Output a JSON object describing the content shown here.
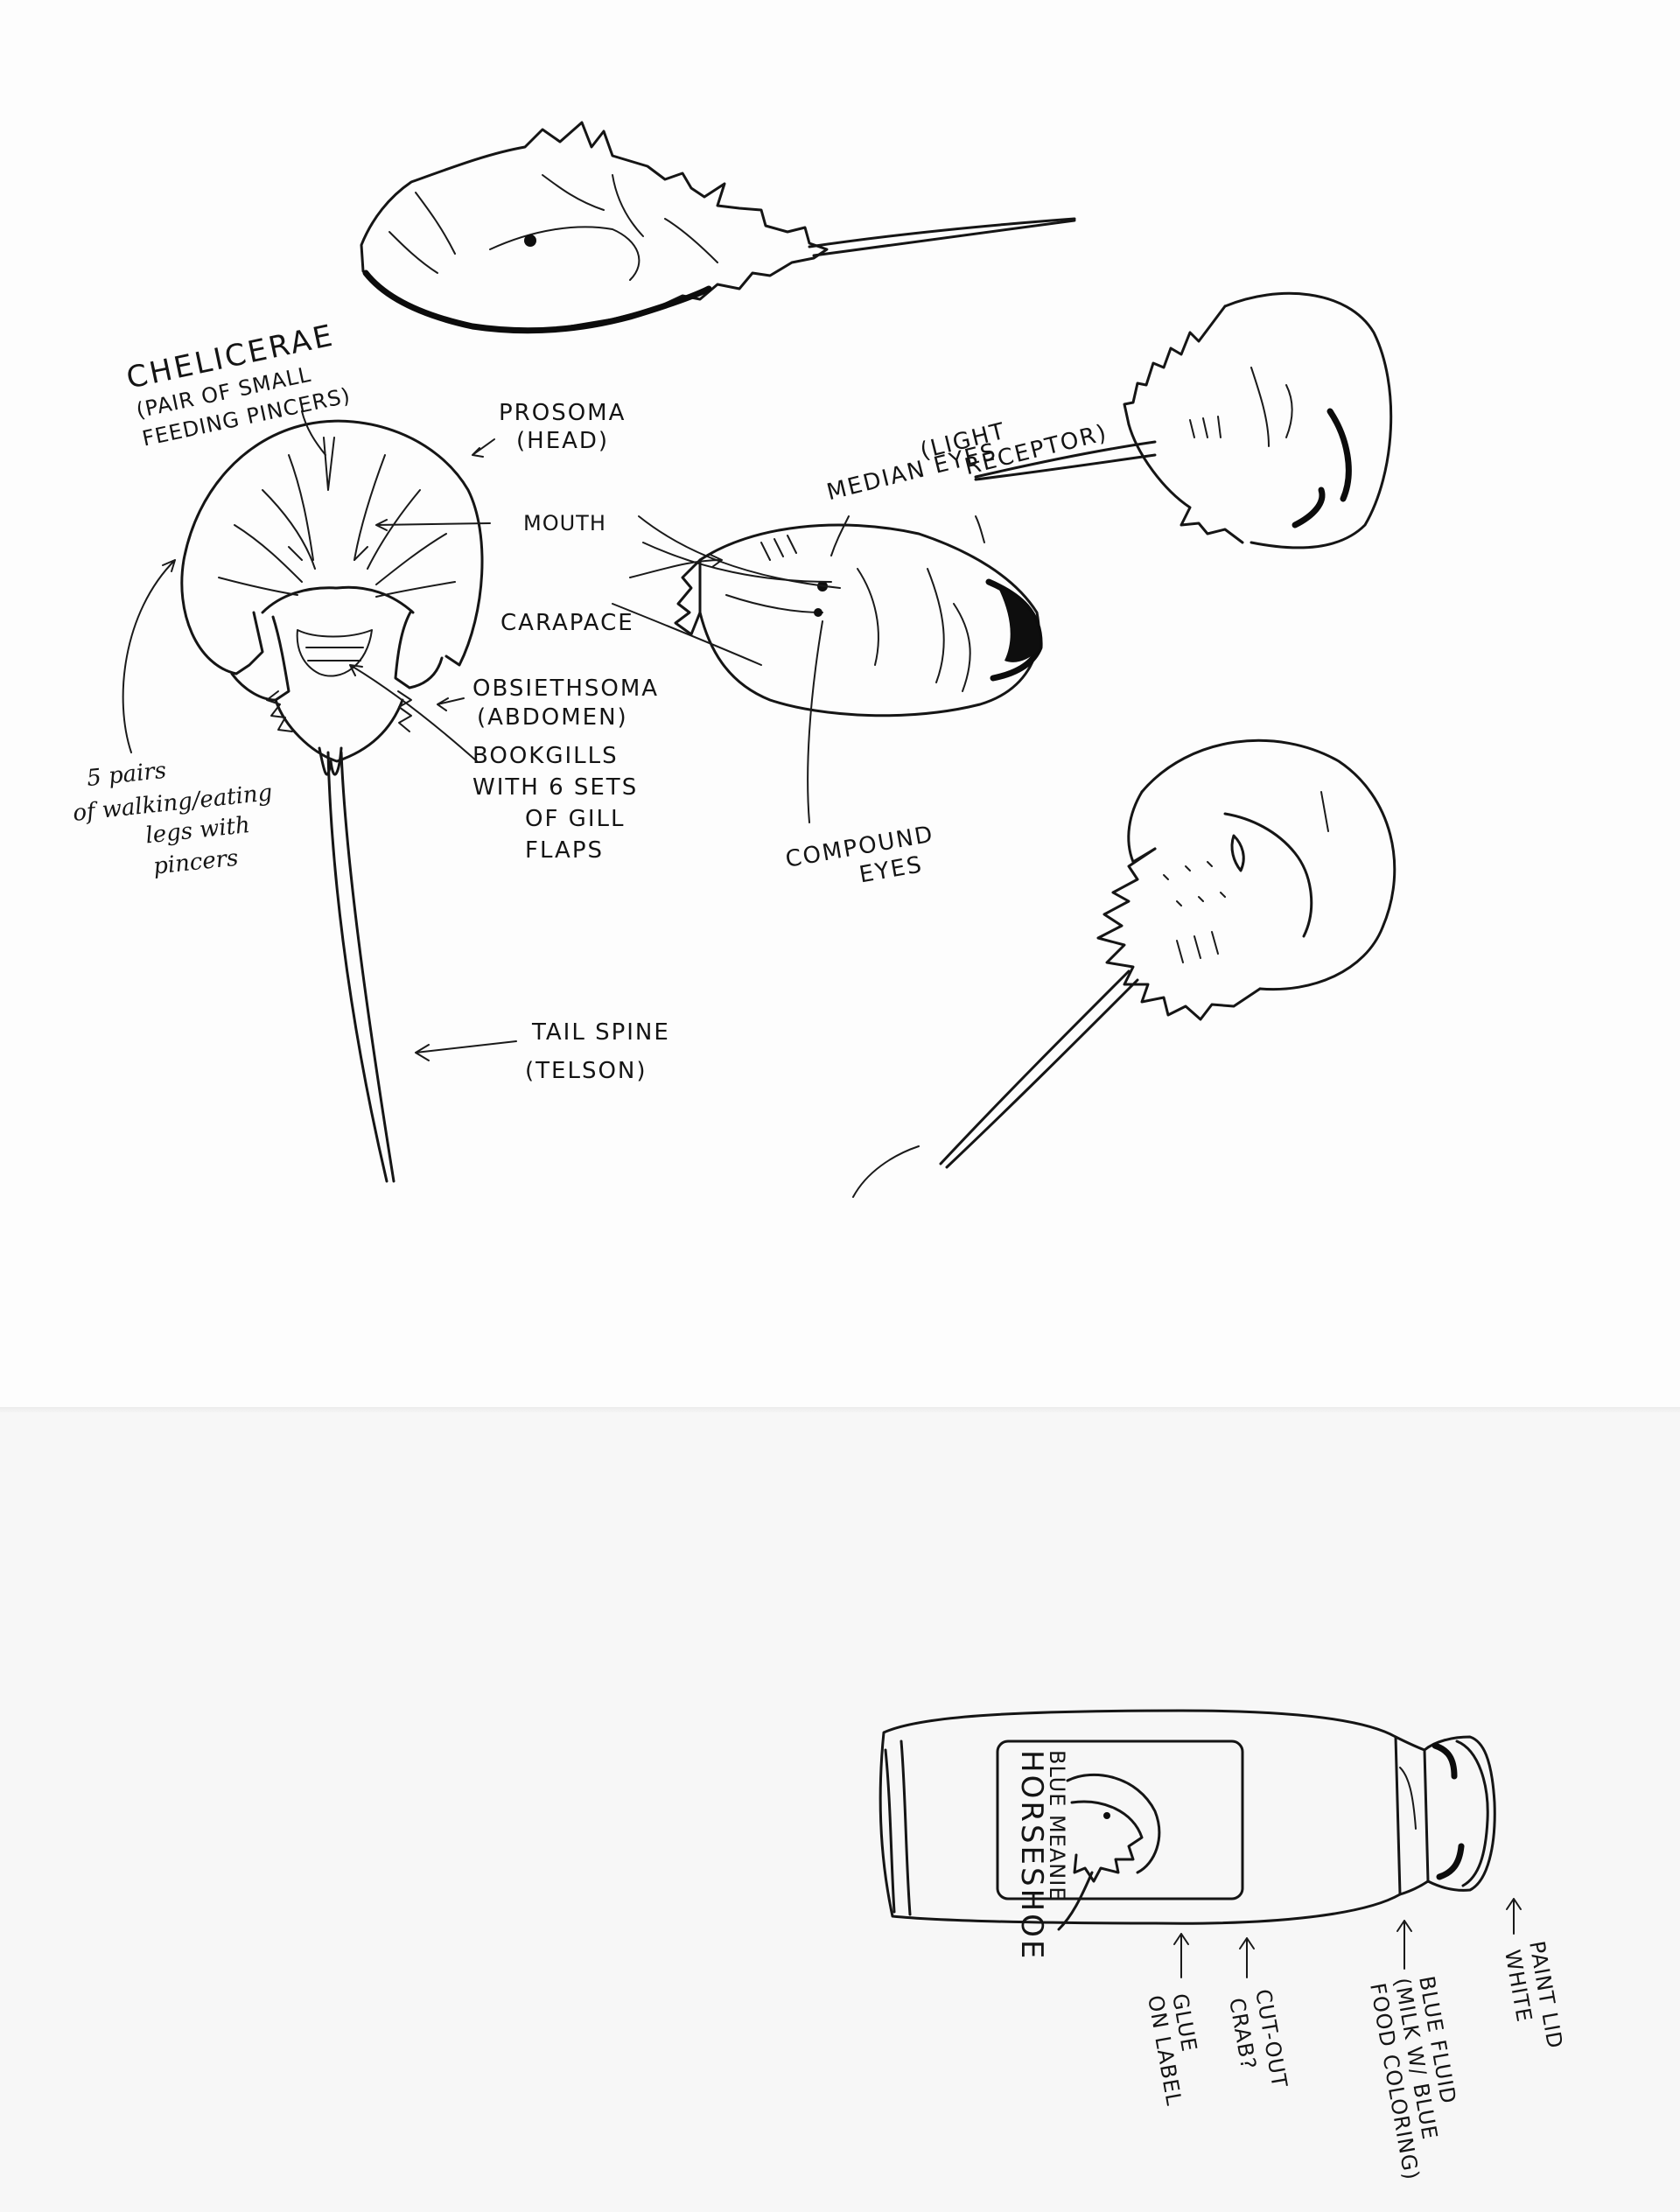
{
  "sketch": {
    "annotations": {
      "chelicerae": [
        "CHELICERAE",
        "(PAIR OF SMALL",
        "FEEDING",
        "PINCERS)"
      ],
      "prosoma": [
        "PROSOMA",
        "(HEAD)"
      ],
      "median_eyes": [
        "MEDIAN EYES",
        "(LIGHT",
        "RECEPTOR)"
      ],
      "mouth": "MOUTH",
      "carapace": "CARAPACE",
      "opisthosoma": [
        "OBSIETHSOMA",
        "(ABDOMEN)"
      ],
      "book_gills": [
        "BOOKGILLS",
        "WITH 6 SETS",
        "OF GILL",
        "FLAPS"
      ],
      "walking_legs": [
        "5 pairs",
        "of walking/eating",
        "legs with",
        "pincers"
      ],
      "compound_eyes": [
        "COMPOUND",
        "EYES"
      ],
      "tail_spine": [
        "TAIL SPINE",
        "(TELSON)"
      ]
    },
    "bottle": {
      "label_brand": "HORSESHOE",
      "label_flavor": "BLUE MEANIE",
      "notes": {
        "glue": [
          "GLUE",
          "ON LABEL"
        ],
        "cutout": [
          "CUT-OUT",
          "CRAB?"
        ],
        "liquid": [
          "BLUE FLUID",
          "(MILK W/ BLUE",
          "FOOD COLORING)"
        ],
        "lid": [
          "PAINT LID",
          "WHITE"
        ]
      }
    }
  }
}
